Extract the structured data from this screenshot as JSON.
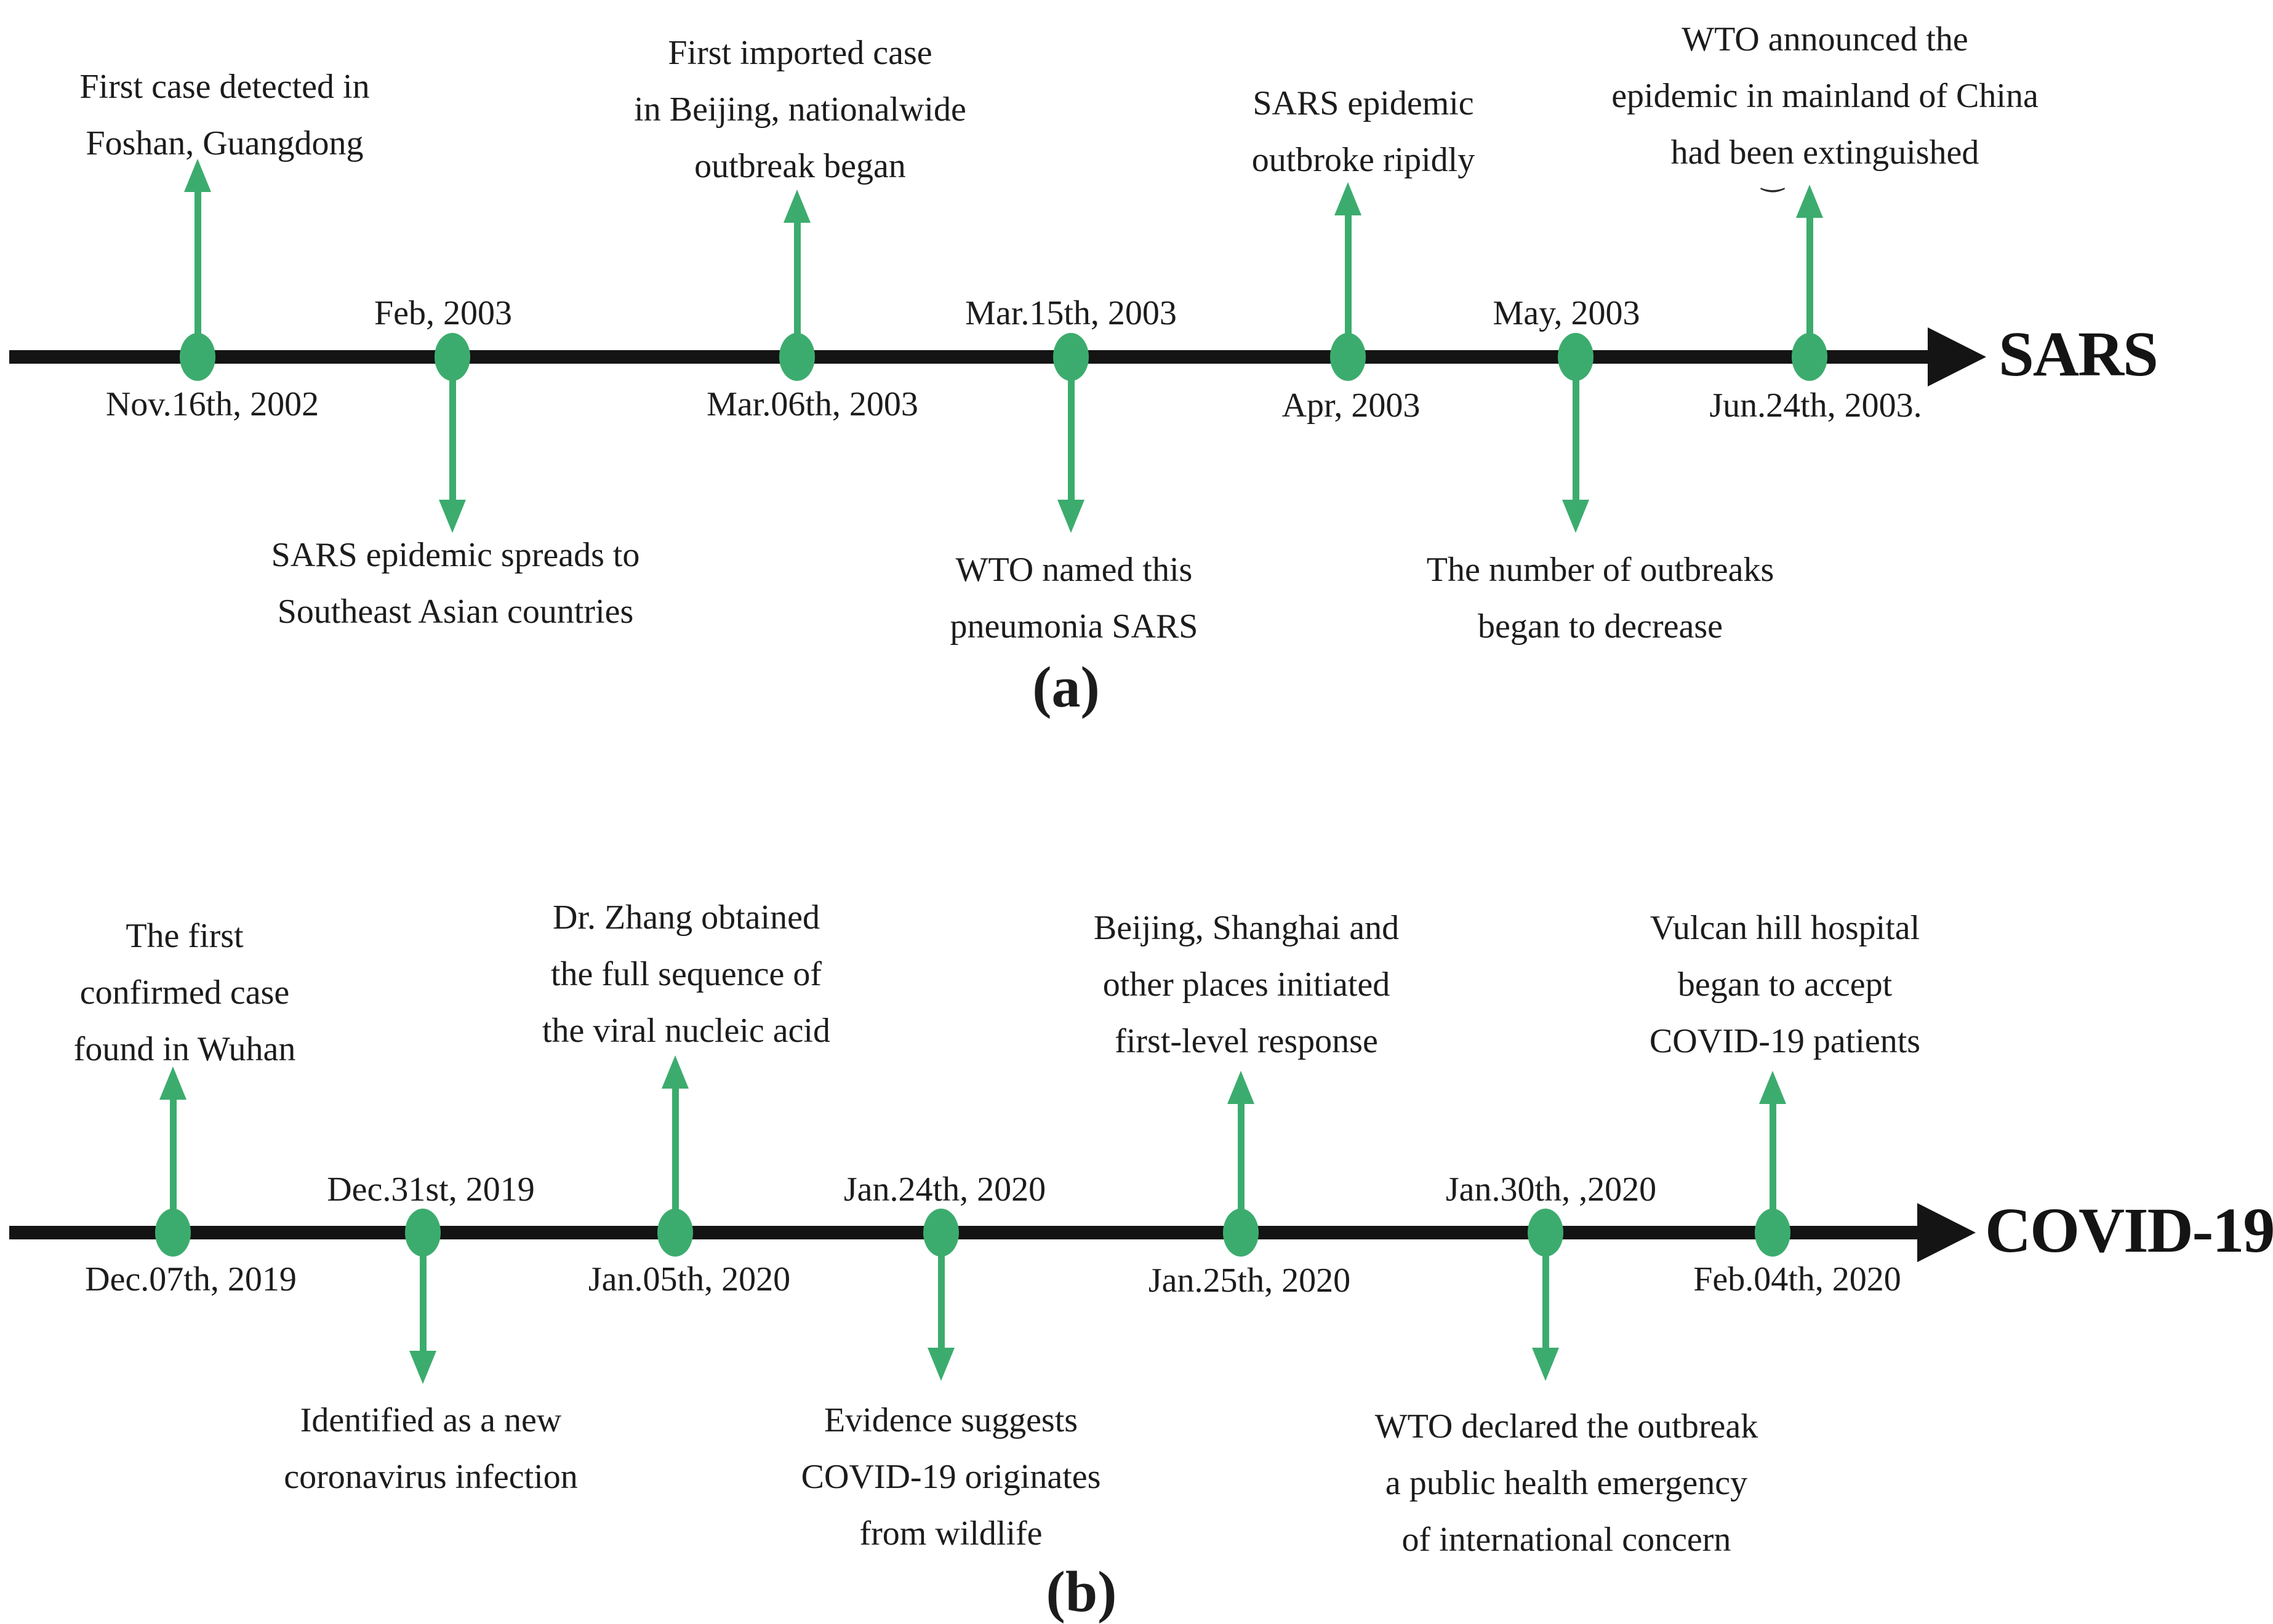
{
  "panel_a": {
    "axis_label": "SARS",
    "caption": "(a)",
    "stray_mark": "‿",
    "events": [
      {
        "date": "Nov.16th, 2002",
        "annotation": "First case detected in\nFoshan, Guangdong"
      },
      {
        "date": "Feb, 2003",
        "annotation": "SARS epidemic spreads to\nSoutheast Asian countries"
      },
      {
        "date": "Mar.06th,  2003",
        "annotation": "First imported case\nin Beijing, nationalwide\noutbreak began"
      },
      {
        "date": "Mar.15th, 2003",
        "annotation": "WTO named this\npneumonia SARS"
      },
      {
        "date": "Apr, 2003",
        "annotation": "SARS epidemic\noutbroke ripidly"
      },
      {
        "date": "May, 2003",
        "annotation": "The number of outbreaks\nbegan to decrease"
      },
      {
        "date": "Jun.24th, 2003.",
        "annotation": "WTO announced the\nepidemic in mainland  of China\nhad been extinguished"
      }
    ]
  },
  "panel_b": {
    "axis_label": "COVID-19",
    "caption": "(b)",
    "events": [
      {
        "date": "Dec.07th, 2019",
        "annotation": "The first\nconfirmed case\nfound in Wuhan"
      },
      {
        "date": "Dec.31st, 2019",
        "annotation": "Identified as a new\ncoronavirus infection"
      },
      {
        "date": "Jan.05th, 2020",
        "annotation": "Dr. Zhang obtained\nthe full sequence of\nthe viral nucleic acid"
      },
      {
        "date": "Jan.24th, 2020",
        "annotation": "Evidence suggests\nCOVID-19  originates\nfrom wildlife"
      },
      {
        "date": "Jan.25th, 2020",
        "annotation": "Beijing, Shanghai and\nother places initiated\nfirst-level response"
      },
      {
        "date": "Jan.30th, ,2020",
        "annotation": "WTO declared the outbreak\na public health emergency\nof international concern"
      },
      {
        "date": "Feb.04th, 2020",
        "annotation": "Vulcan hill hospital\nbegan to accept\nCOVID-19 patients"
      }
    ]
  },
  "colors": {
    "node_green": "#3CAC6E",
    "axis_black": "#141414",
    "text": "#1c1c1c"
  }
}
